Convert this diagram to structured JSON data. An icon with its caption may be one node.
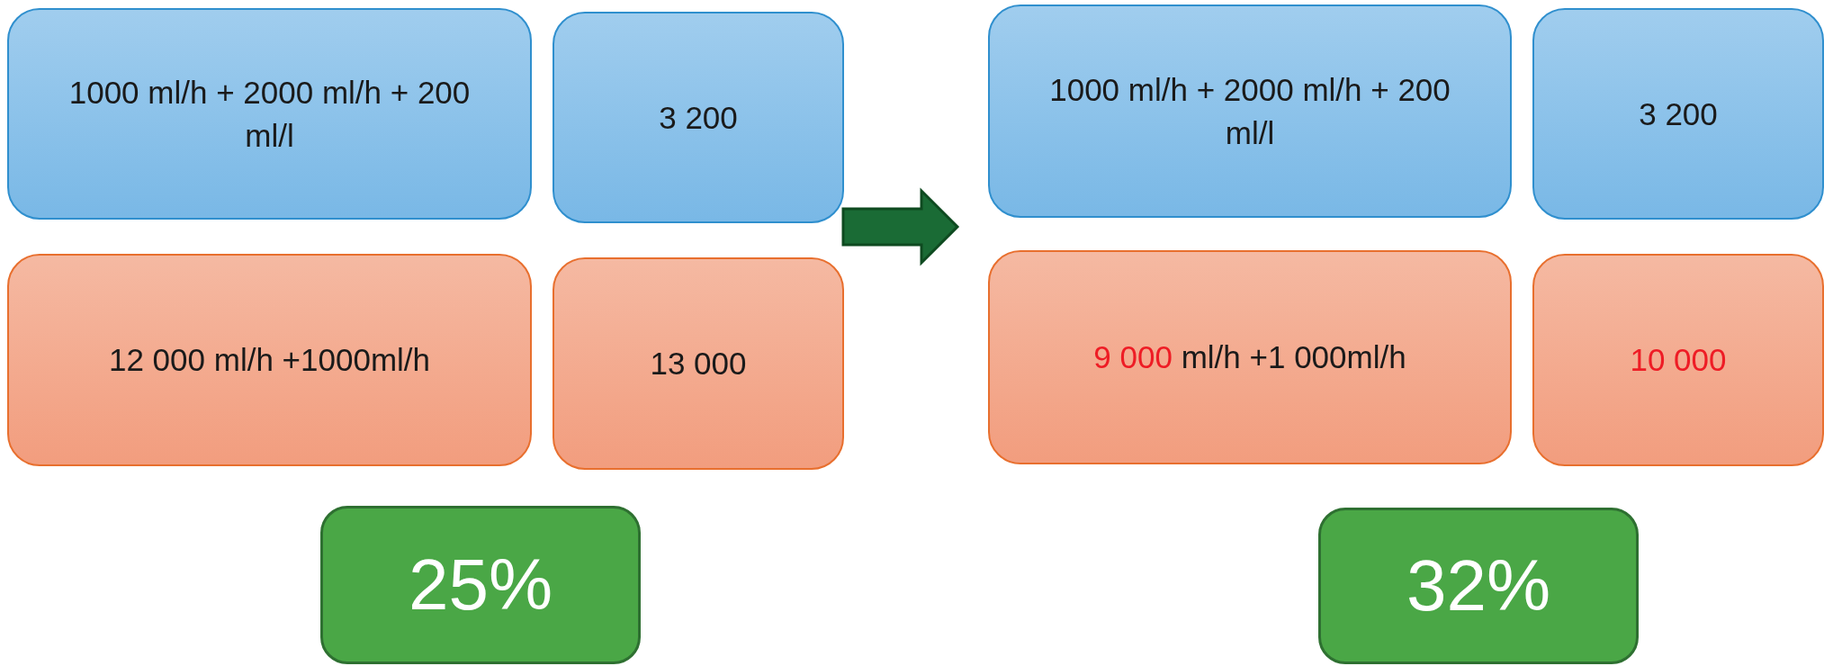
{
  "diagram": {
    "nodes": [
      {
        "text": [
          "1000 ml/h + 2000 ml/h + 200 ml/l"
        ]
      },
      {
        "text": [
          "3 200"
        ]
      },
      {
        "text": [
          "1000 ml/h + 2000 ml/h + 200 ml/l"
        ]
      },
      {
        "text": [
          "3 200"
        ]
      },
      {
        "text": [
          "12 000 ml/h +1000ml/h"
        ]
      },
      {
        "text": [
          "13 000"
        ]
      },
      {
        "text": [
          "9 000",
          "ml/h +1 000ml/h"
        ]
      },
      {
        "text": [
          "10 000"
        ]
      },
      {
        "text": [
          "25%"
        ]
      },
      {
        "text": [
          "32%"
        ]
      }
    ],
    "edges": [
      {
        "from": 1,
        "to": 2,
        "arrow": "to"
      }
    ]
  }
}
